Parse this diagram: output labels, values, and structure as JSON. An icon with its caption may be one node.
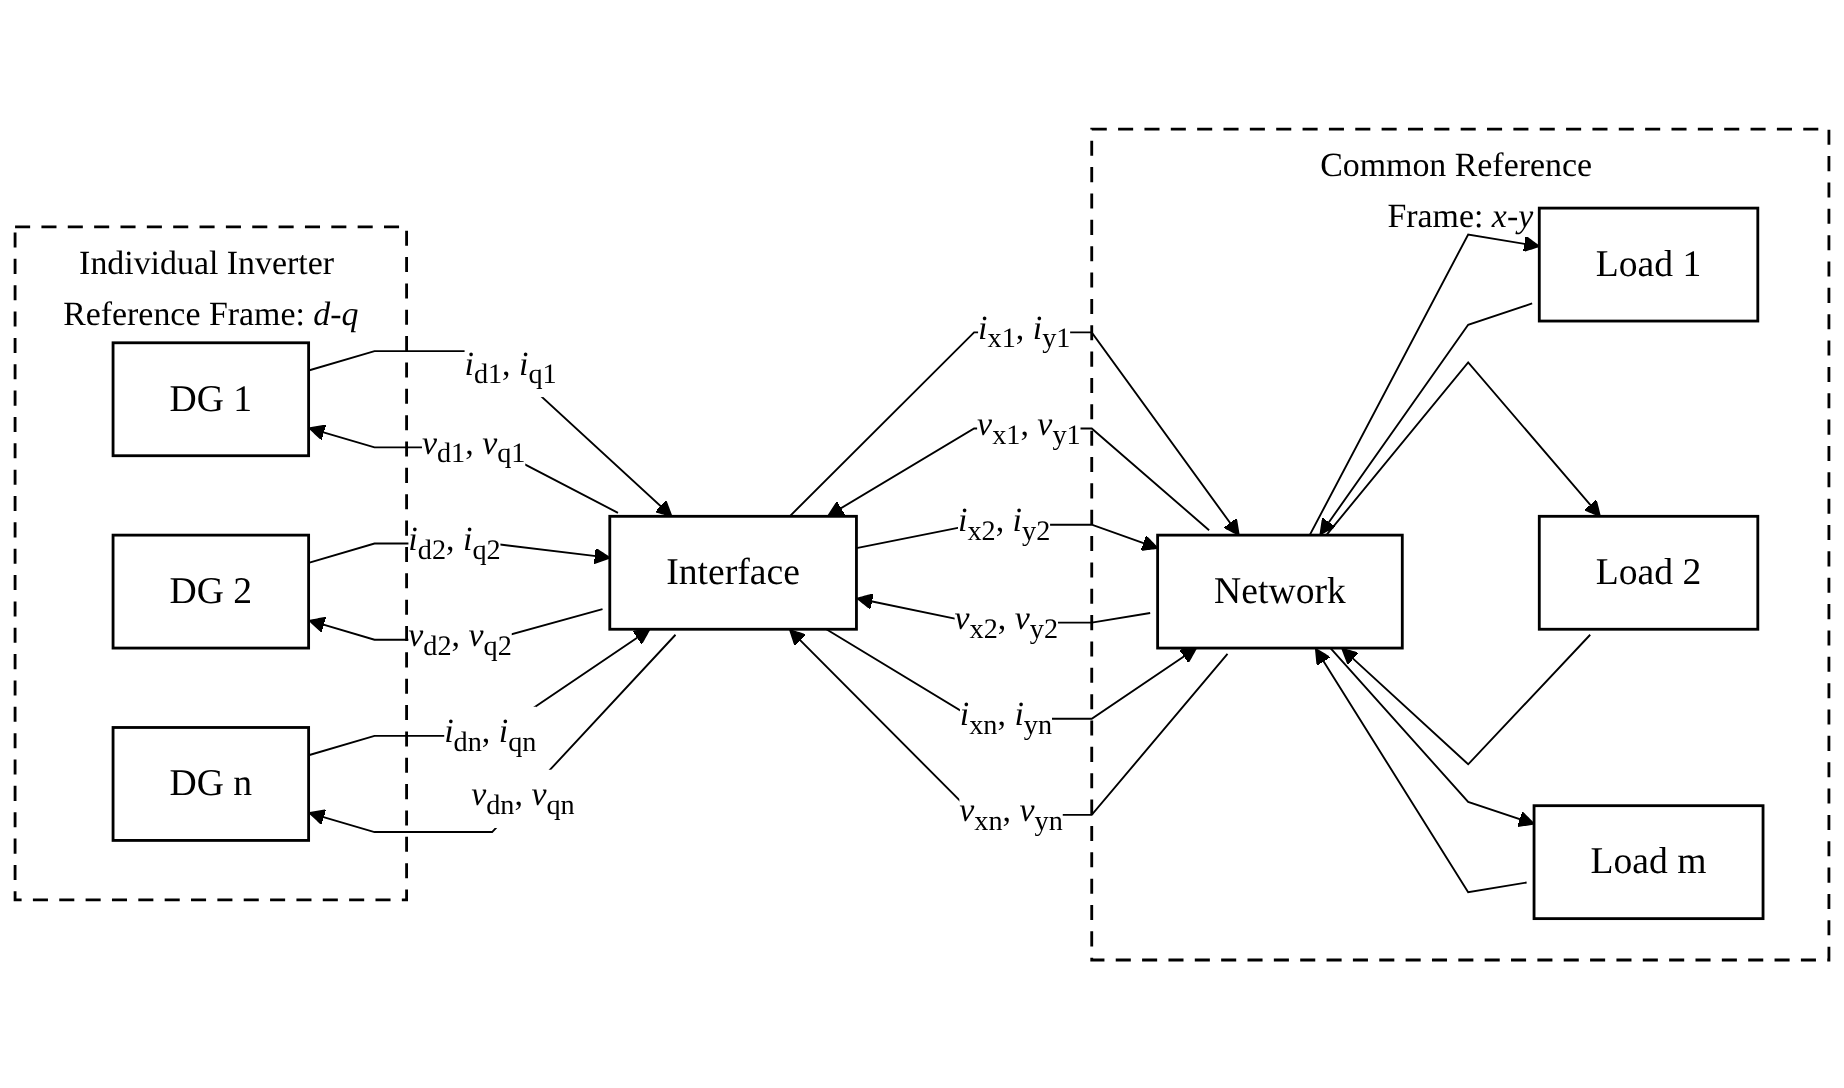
{
  "diagram": {
    "nodes": [
      {
        "text": [
          "Individual Inverter Reference Frame: *d-q*"
        ]
      },
      {
        "text": [
          "DG 1"
        ],
        "in": 0
      },
      {
        "text": [
          "DG 2"
        ],
        "in": 0
      },
      {
        "text": [
          "DG n"
        ],
        "in": 0
      },
      {
        "text": [
          "Interface"
        ]
      },
      {
        "text": [
          "Common Reference Frame: *x-y*"
        ]
      },
      {
        "text": [
          "Network"
        ],
        "in": 5
      },
      {
        "text": [
          "Load 1"
        ],
        "in": 5
      },
      {
        "text": [
          "Load 2"
        ],
        "in": 5
      },
      {
        "text": [
          "Load m"
        ],
        "in": 5
      }
    ],
    "edges": [
      {
        "from": 1,
        "to": 4,
        "arrow": "to",
        "label": "*i*$_{d1}$, *i*$_{q1}$"
      },
      {
        "from": 4,
        "to": 1,
        "arrow": "to",
        "label": "*v*$_{d1}$, *v*$_{q1}$"
      },
      {
        "from": 2,
        "to": 4,
        "arrow": "to",
        "label": "*i*$_{d2}$, *i*$_{q2}$"
      },
      {
        "from": 4,
        "to": 2,
        "arrow": "to",
        "label": "*v*$_{d2}$, *v*$_{q2}$"
      },
      {
        "from": 3,
        "to": 4,
        "arrow": "to",
        "label": "*i*$_{dn}$, *i*$_{qn}$"
      },
      {
        "from": 4,
        "to": 3,
        "arrow": "to",
        "label": "*v*$_{dn}$, *v*$_{qn}$"
      },
      {
        "from": 4,
        "to": 6,
        "arrow": "to",
        "label": "*i*$_{x1}$, *i*$_{y1}$"
      },
      {
        "from": 6,
        "to": 4,
        "arrow": "to",
        "label": "*v*$_{x1}$, *v*$_{y1}$"
      },
      {
        "from": 4,
        "to": 6,
        "arrow": "to",
        "label": "*i*$_{x2}$, *i*$_{y2}$"
      },
      {
        "from": 6,
        "to": 4,
        "arrow": "to",
        "label": "*v*$_{x2}$, *v*$_{y2}$"
      },
      {
        "from": 4,
        "to": 6,
        "arrow": "to",
        "label": "*i*$_{xn}$, *i*$_{yn}$"
      },
      {
        "from": 6,
        "to": 4,
        "arrow": "to",
        "label": "*v*$_{xn}$, *v*$_{yn}$"
      },
      {
        "from": 6,
        "to": 7,
        "arrow": "to"
      },
      {
        "from": 7,
        "to": 6,
        "arrow": "to"
      },
      {
        "from": 6,
        "to": 8,
        "arrow": "to"
      },
      {
        "from": 8,
        "to": 6,
        "arrow": "to"
      },
      {
        "from": 6,
        "to": 9,
        "arrow": "to"
      },
      {
        "from": 9,
        "to": 6,
        "arrow": "to"
      }
    ]
  }
}
